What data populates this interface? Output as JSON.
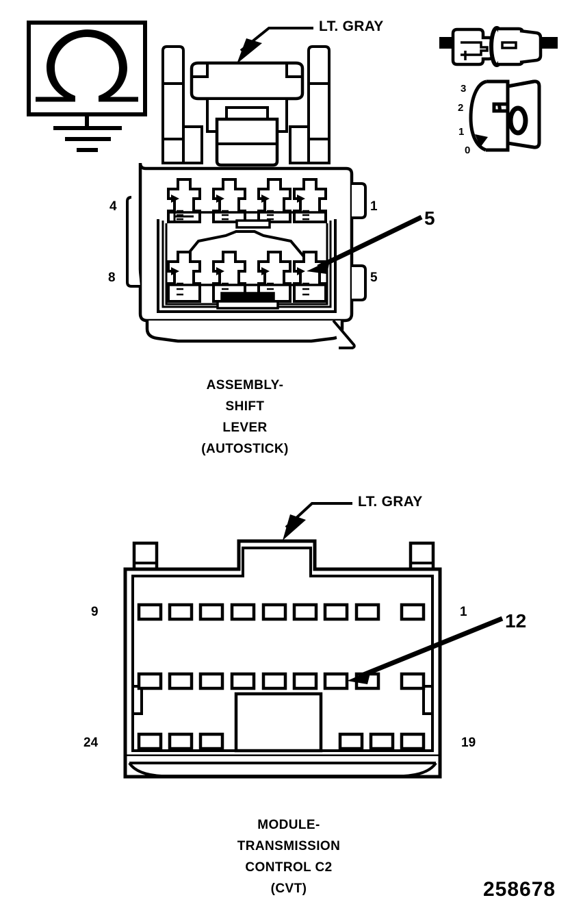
{
  "document": {
    "type": "automotive-connector-pinout-diagram",
    "part_number": "258678"
  },
  "connector_top": {
    "name": "ASSEMBLY-SHIFT LEVER (AUTOSTICK)",
    "caption_lines": [
      "ASSEMBLY-",
      "SHIFT",
      "LEVER",
      "(AUTOSTICK)"
    ],
    "color_label": "LT. GRAY",
    "cavity_count": 8,
    "rows": 2,
    "pins_per_row": 4,
    "corner_pins": {
      "top_left": "4",
      "top_right": "1",
      "bottom_left": "8",
      "bottom_right": "5"
    },
    "callout": "5"
  },
  "connector_bottom": {
    "name": "MODULE-TRANSMISSION CONTROL C2 (CVT)",
    "caption_lines": [
      "MODULE-",
      "TRANSMISSION",
      "CONTROL C2",
      "(CVT)"
    ],
    "color_label": "LT. GRAY",
    "cavity_count": 24,
    "rows": 3,
    "row_cavities": [
      9,
      9,
      6
    ],
    "corner_pins": {
      "top_left": "9",
      "top_right": "1",
      "bottom_left": "24",
      "bottom_right": "19"
    },
    "callout": "12"
  },
  "ground_symbol": {
    "glyph": "omega-ground",
    "description": "Omega symbol in box over ground stack"
  },
  "terminal_detail": {
    "description": "Male terminal blade and female connector body illustration"
  },
  "keyway_dial": {
    "description": "Rotary keyway orientation indicator",
    "labels": [
      "3",
      "2",
      "1",
      "0"
    ]
  },
  "colors": {
    "ink": "#000000",
    "paper": "#ffffff"
  }
}
